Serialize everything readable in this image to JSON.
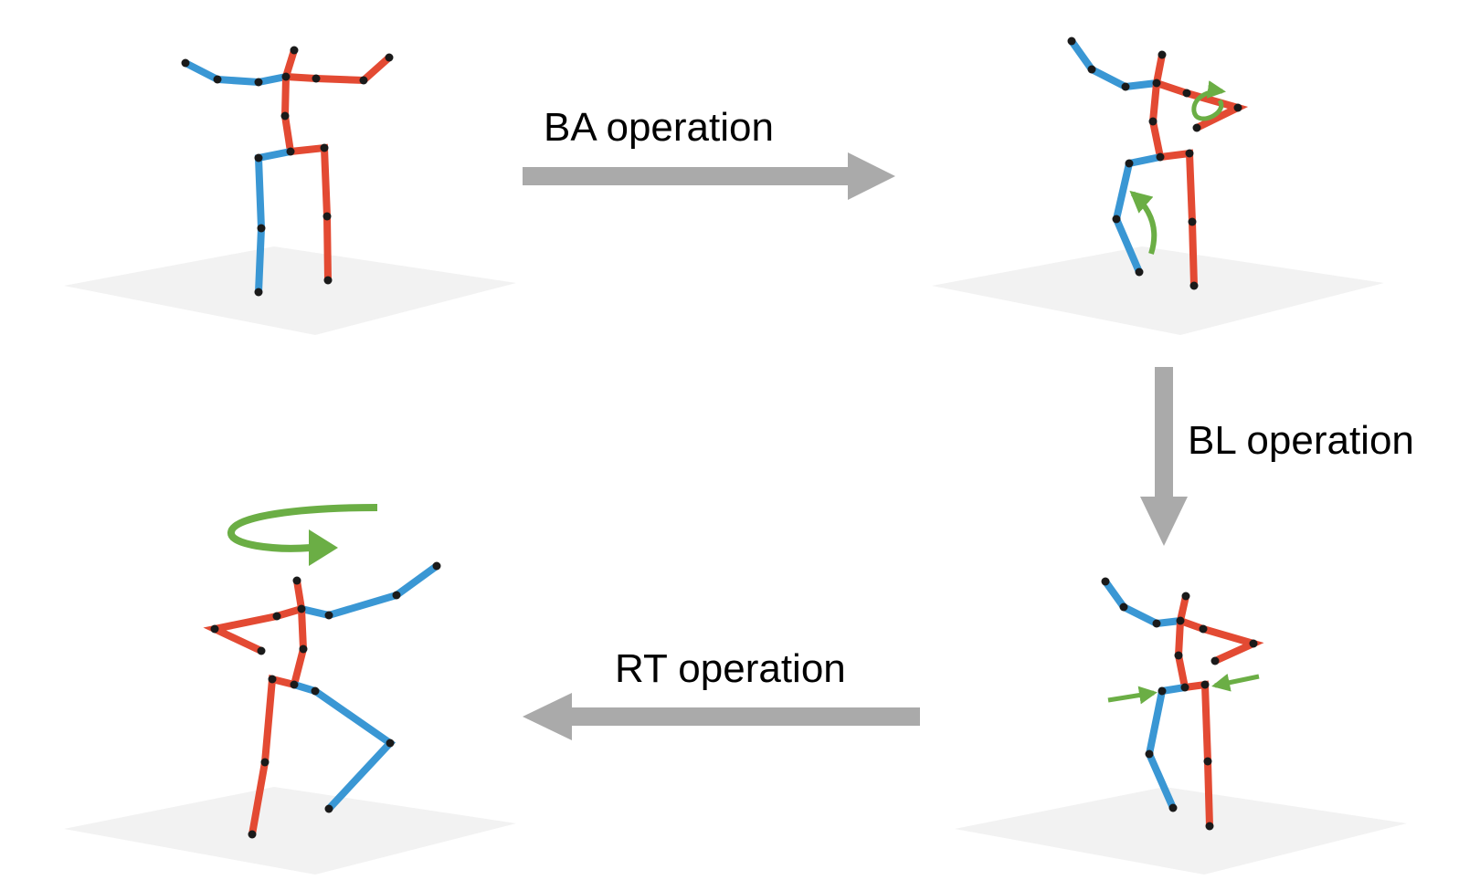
{
  "labels": {
    "ba": "BA operation",
    "bl": "BL operation",
    "rt": "RT operation"
  },
  "colors": {
    "left_limb": "#3A97D4",
    "right_limb": "#E34A33",
    "joint": "#1a1a1a",
    "annotation_arrow": "#6BAE45",
    "flow_arrow": "#AAAAAA",
    "ground": "#F2F2F2"
  },
  "icons": {
    "skeleton": "stick-figure",
    "annotation": "curved-arrow"
  }
}
